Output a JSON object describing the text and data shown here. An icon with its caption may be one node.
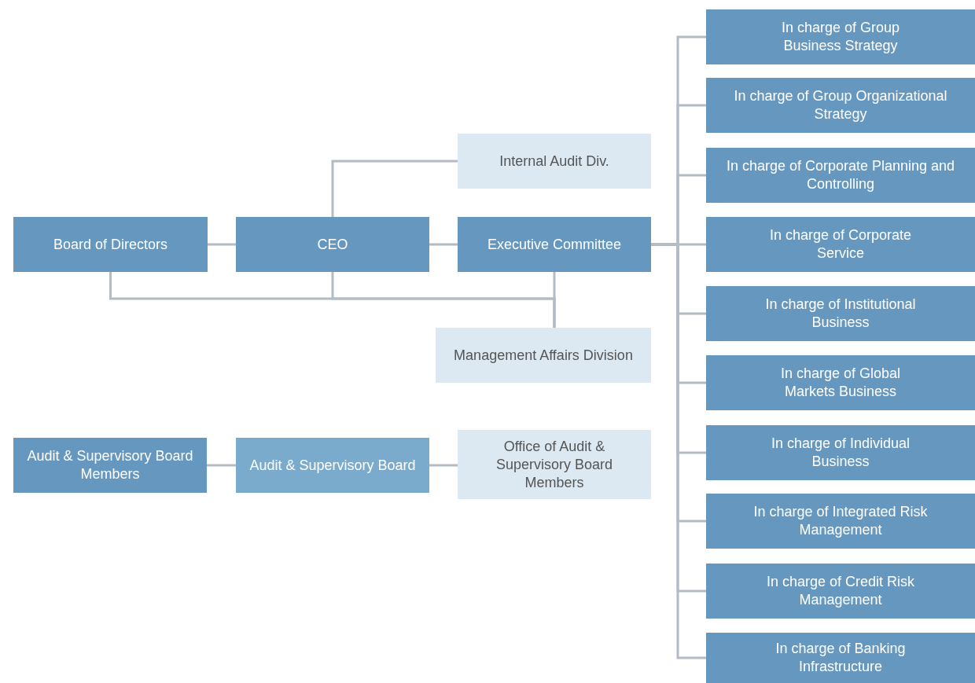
{
  "diagram": {
    "nodes": [
      {
        "text": [
          "Board of Directors"
        ]
      },
      {
        "text": [
          "CEO"
        ]
      },
      {
        "text": [
          "Internal Audit Div."
        ]
      },
      {
        "text": [
          "Executive Committee"
        ]
      },
      {
        "text": [
          "Management Affairs Division"
        ]
      },
      {
        "text": [
          "Audit & Supervisory Board Members"
        ]
      },
      {
        "text": [
          "Audit & Supervisory Board"
        ]
      },
      {
        "text": [
          "Office of Audit & Supervisory Board Members"
        ]
      },
      {
        "text": [
          "In charge of Group Business Strategy"
        ]
      },
      {
        "text": [
          "In charge of Group Organizational Strategy"
        ]
      },
      {
        "text": [
          "In charge of Corporate Planning and Controlling"
        ]
      },
      {
        "text": [
          "In charge of Corporate Service"
        ]
      },
      {
        "text": [
          "In charge of Institutional Business"
        ]
      },
      {
        "text": [
          "In charge of Global Markets Business"
        ]
      },
      {
        "text": [
          "In charge of Individual Business"
        ]
      },
      {
        "text": [
          "In charge of Integrated Risk Management"
        ]
      },
      {
        "text": [
          "In charge of Credit Risk Management"
        ]
      },
      {
        "text": [
          "In charge of Banking Infrastructure"
        ]
      }
    ],
    "edges": [
      {
        "from": 0,
        "to": 1,
        "arrow": "none"
      },
      {
        "from": 1,
        "to": 2,
        "arrow": "none"
      },
      {
        "from": 1,
        "to": 3,
        "arrow": "none"
      },
      {
        "from": 0,
        "to": 4,
        "arrow": "none"
      },
      {
        "from": 1,
        "to": 4,
        "arrow": "none"
      },
      {
        "from": 3,
        "to": 4,
        "arrow": "none"
      },
      {
        "from": 3,
        "to": 8,
        "arrow": "none"
      },
      {
        "from": 3,
        "to": 9,
        "arrow": "none"
      },
      {
        "from": 3,
        "to": 10,
        "arrow": "none"
      },
      {
        "from": 3,
        "to": 11,
        "arrow": "none"
      },
      {
        "from": 3,
        "to": 12,
        "arrow": "none"
      },
      {
        "from": 3,
        "to": 13,
        "arrow": "none"
      },
      {
        "from": 3,
        "to": 14,
        "arrow": "none"
      },
      {
        "from": 3,
        "to": 15,
        "arrow": "none"
      },
      {
        "from": 3,
        "to": 16,
        "arrow": "none"
      },
      {
        "from": 3,
        "to": 17,
        "arrow": "none"
      },
      {
        "from": 5,
        "to": 6,
        "arrow": "none"
      },
      {
        "from": 6,
        "to": 7,
        "arrow": "none"
      }
    ]
  }
}
